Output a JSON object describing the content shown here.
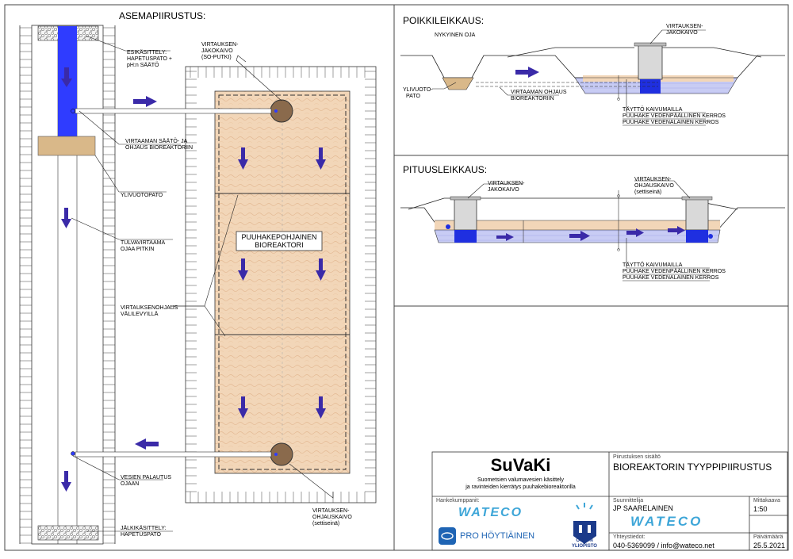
{
  "plan": {
    "title": "ASEMAPIIRUSTUS:",
    "labels": {
      "pretreatment_1": "ESIKÄSITTELY:",
      "pretreatment_2": "HAPETUSPATO +",
      "pretreatment_3": "pH:n SÄÄTÖ",
      "flow_control_1": "VIRTAAMAN SÄÄTÖ- JA",
      "flow_control_2": "OHJAUS BIOREAKTORIIN",
      "overflow_dam": "YLIVUOTOPATO",
      "flood_flow_1": "TULVAVIRTAAMA",
      "flood_flow_2": "OJAA PITKIN",
      "distribution_1": "VIRTAUKSEN-",
      "distribution_2": "JAKOKAIVO",
      "distribution_3": "(SO-PUTKI)",
      "reactor_1": "PUUHAKEPOHJAINEN",
      "reactor_2": "BIOREAKTORI",
      "baffles_1": "VIRTAUKSENOHJAUS",
      "baffles_2": "VÄLILEVYILLÄ",
      "return_1": "VESIEN PALAUTUS",
      "return_2": "OJAAN",
      "control_well_1": "VIRTAUKSEN-",
      "control_well_2": "OHJAUSKAIVO",
      "control_well_3": "(settiseinä)",
      "posttreatment_1": "JÄLKIKÄSITTELY:",
      "posttreatment_2": "HAPETUSPATO"
    }
  },
  "cross_section": {
    "title": "POIKKILEIKKAUS:",
    "labels": {
      "current_ditch": "NYKYINEN OJA",
      "overflow_dam_1": "YLIVUOTO-",
      "overflow_dam_2": "PATO",
      "flow_to_reactor_1": "VIRTAAMAN OHJAUS",
      "flow_to_reactor_2": "BIOREAKTORIIN",
      "well_1": "VIRTAUKSEN-",
      "well_2": "JAKOKAIVO",
      "legend_1": "TÄYTTÖ KAIVUMAILLA",
      "legend_2": "PUUHAKE VEDENPÄÄLLINEN KERROS",
      "legend_3": "PUUHAKE VEDENALAINEN KERROS"
    }
  },
  "long_section": {
    "title": "PITUUSLEIKKAUS:",
    "labels": {
      "well_a_1": "VIRTAUKSEN-",
      "well_a_2": "JAKOKAIVO",
      "well_b_1": "VIRTAUKSEN-",
      "well_b_2": "OHJAUSKAIVO",
      "well_b_3": "(settiseinä)",
      "legend_1": "TÄYTTÖ KAIVUMAILLA",
      "legend_2": "PUUHAKE VEDENPÄÄLLINEN KERROS",
      "legend_3": "PUUHAKE VEDENALAINEN KERROS"
    }
  },
  "title_block": {
    "project_name": "SuVaKi",
    "project_desc_1": "Suometsien valumavesien käsittely",
    "project_desc_2": "ja ravinteiden kierrätys puuhakebioreaktorilla",
    "contents_label": "Piirustuksen sisältö",
    "contents": "BIOREAKTORIN TYYPPIPIIRUSTUS",
    "partners_label": "Hankekumppanit:",
    "scale_label": "Mittakaava",
    "scale": "1:50",
    "designer_label": "Suunnittelija",
    "designer": "JP SAARELAINEN",
    "contact_label": "Yhteystiedot:",
    "contact": "040-5369099 / info@wateco.net",
    "date_label": "Päivämäärä",
    "date": "25.5.2021",
    "logo_wateco": "WATECO",
    "logo_pro": "PRO HÖYTIÄINEN",
    "logo_oulu_1": "OULUN",
    "logo_oulu_2": "YLIOPISTO"
  },
  "colors": {
    "water": "#2f3cff",
    "chips": "#f2d6b8",
    "arrow": "#3a2aa8",
    "frame": "#1e3c78",
    "wateco": "#3ea6d8"
  }
}
